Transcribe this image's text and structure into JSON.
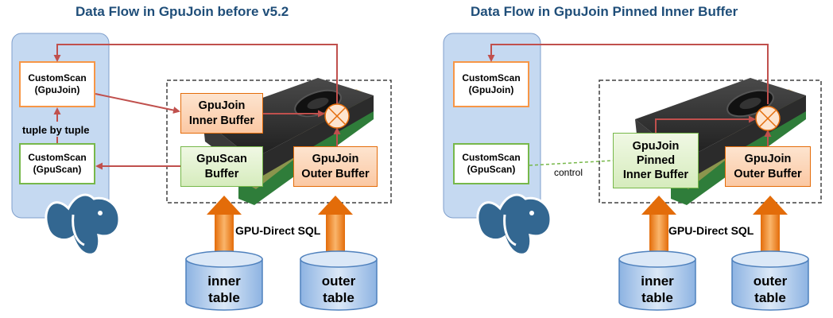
{
  "left": {
    "title": "Data Flow in GpuJoin before v5.2",
    "custom_scan_join": "CustomScan\n(GpuJoin)",
    "custom_scan_scan": "CustomScan\n(GpuScan)",
    "tuple_label": "tuple by tuple",
    "inner_buffer": "GpuJoin\nInner Buffer",
    "scan_buffer": "GpuScan\nBuffer",
    "outer_buffer": "GpuJoin\nOuter Buffer",
    "gpu_direct": "GPU-Direct SQL",
    "inner_table": "inner\ntable",
    "outer_table": "outer\ntable"
  },
  "right": {
    "title": "Data Flow in GpuJoin Pinned Inner Buffer",
    "custom_scan_join": "CustomScan\n(GpuJoin)",
    "custom_scan_scan": "CustomScan\n(GpuScan)",
    "control_label": "control",
    "pinned_buffer": "GpuJoin\nPinned\nInner Buffer",
    "outer_buffer": "GpuJoin\nOuter Buffer",
    "gpu_direct": "GPU-Direct SQL",
    "inner_table": "inner\ntable",
    "outer_table": "outer\ntable"
  },
  "colors": {
    "arrow_red": "#c0504d",
    "flow_orange": "#f38b1f",
    "panel_blue": "#c5d9f1",
    "title_blue": "#1f4e79"
  }
}
